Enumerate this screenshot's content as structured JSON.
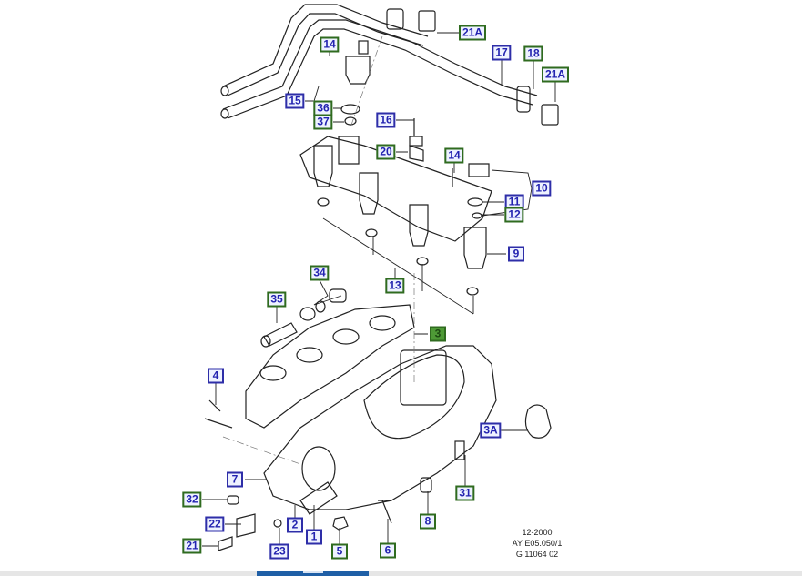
{
  "callouts": [
    {
      "label": "21A",
      "style": "green"
    },
    {
      "label": "14",
      "style": "green"
    },
    {
      "label": "17",
      "style": "blue"
    },
    {
      "label": "18",
      "style": "green"
    },
    {
      "label": "21A",
      "style": "green"
    },
    {
      "label": "15",
      "style": "blue"
    },
    {
      "label": "36",
      "style": "green"
    },
    {
      "label": "37",
      "style": "green"
    },
    {
      "label": "16",
      "style": "blue"
    },
    {
      "label": "20",
      "style": "green"
    },
    {
      "label": "14",
      "style": "green"
    },
    {
      "label": "10",
      "style": "blue"
    },
    {
      "label": "11",
      "style": "blue"
    },
    {
      "label": "12",
      "style": "green"
    },
    {
      "label": "9",
      "style": "blue"
    },
    {
      "label": "13",
      "style": "green"
    },
    {
      "label": "34",
      "style": "green"
    },
    {
      "label": "35",
      "style": "green"
    },
    {
      "label": "3",
      "style": "selected"
    },
    {
      "label": "4",
      "style": "blue"
    },
    {
      "label": "3A",
      "style": "blue"
    },
    {
      "label": "7",
      "style": "blue"
    },
    {
      "label": "32",
      "style": "green"
    },
    {
      "label": "31",
      "style": "green"
    },
    {
      "label": "22",
      "style": "blue"
    },
    {
      "label": "2",
      "style": "blue"
    },
    {
      "label": "1",
      "style": "blue"
    },
    {
      "label": "8",
      "style": "green"
    },
    {
      "label": "21",
      "style": "green"
    },
    {
      "label": "23",
      "style": "blue"
    },
    {
      "label": "5",
      "style": "green"
    },
    {
      "label": "6",
      "style": "green"
    }
  ],
  "reference": {
    "date": "12-2000",
    "code": "AY E05.050/1",
    "drawing": "G 11064 02"
  },
  "colors": {
    "blue_border": "#2e2ea8",
    "green_border": "#2f6b1f",
    "selected_fill": "#4e9a36",
    "bottom_bar": "#1f5fa6"
  }
}
